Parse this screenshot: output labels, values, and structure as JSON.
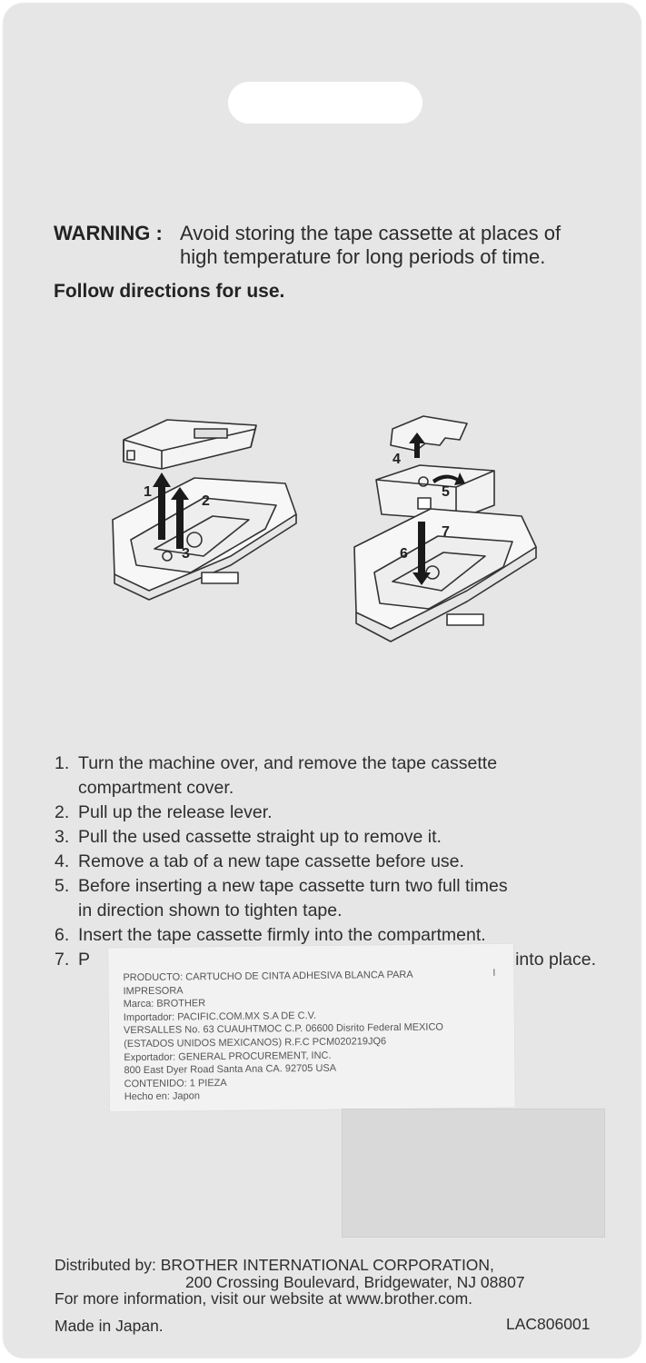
{
  "warning": {
    "label": "WARNING :",
    "line1": "Avoid storing the tape cassette at places of",
    "line2": "high temperature for long periods of time."
  },
  "follow_directions": "Follow directions for use.",
  "illustration": {
    "labels": [
      "1",
      "2",
      "3",
      "4",
      "5",
      "6",
      "7"
    ]
  },
  "steps": [
    {
      "num": "1.",
      "line1": "Turn the machine over, and remove the tape cassette",
      "line2": "compartment cover."
    },
    {
      "num": "2.",
      "line1": "Pull up the release lever.",
      "line2": ""
    },
    {
      "num": "3.",
      "line1": "Pull the used cassette straight up to remove it.",
      "line2": ""
    },
    {
      "num": "4.",
      "line1": "Remove a tab of a new tape cassette before use.",
      "line2": ""
    },
    {
      "num": "5.",
      "line1": "Before inserting a new tape cassette turn two full times",
      "line2": "in direction shown to tighten tape."
    },
    {
      "num": "6.",
      "line1": "Insert the tape cassette firmly into the compartment.",
      "line2": ""
    },
    {
      "num": "7.",
      "line1": "P",
      "line2": ""
    }
  ],
  "step7_tail": "into place.",
  "sticker": {
    "lines": [
      "PRODUCTO: CARTUCHO DE CINTA ADHESIVA BLANCA PARA",
      "IMPRESORA",
      "Marca: BROTHER",
      "Importador: PACIFIC.COM.MX S.A DE C.V.",
      "VERSALLES No. 63 CUAUHTMOC C.P. 06600 Disrito Federal MEXICO",
      "(ESTADOS UNIDOS MEXICANOS) R.F.C PCM020219JQ6",
      "Exportador: GENERAL PROCUREMENT, INC.",
      "800 East Dyer Road Santa Ana CA. 92705 USA",
      "CONTENIDO:  1 PIEZA",
      "Hecho en: Japon"
    ],
    "mark": "I"
  },
  "distributor": {
    "line1": "Distributed by: BROTHER INTERNATIONAL CORPORATION,",
    "line2": "200 Crossing Boulevard, Bridgewater, NJ 08807",
    "line3": "For more information, visit our website at www.brother.com."
  },
  "made_in": "Made in Japan.",
  "code": "LAC806001"
}
